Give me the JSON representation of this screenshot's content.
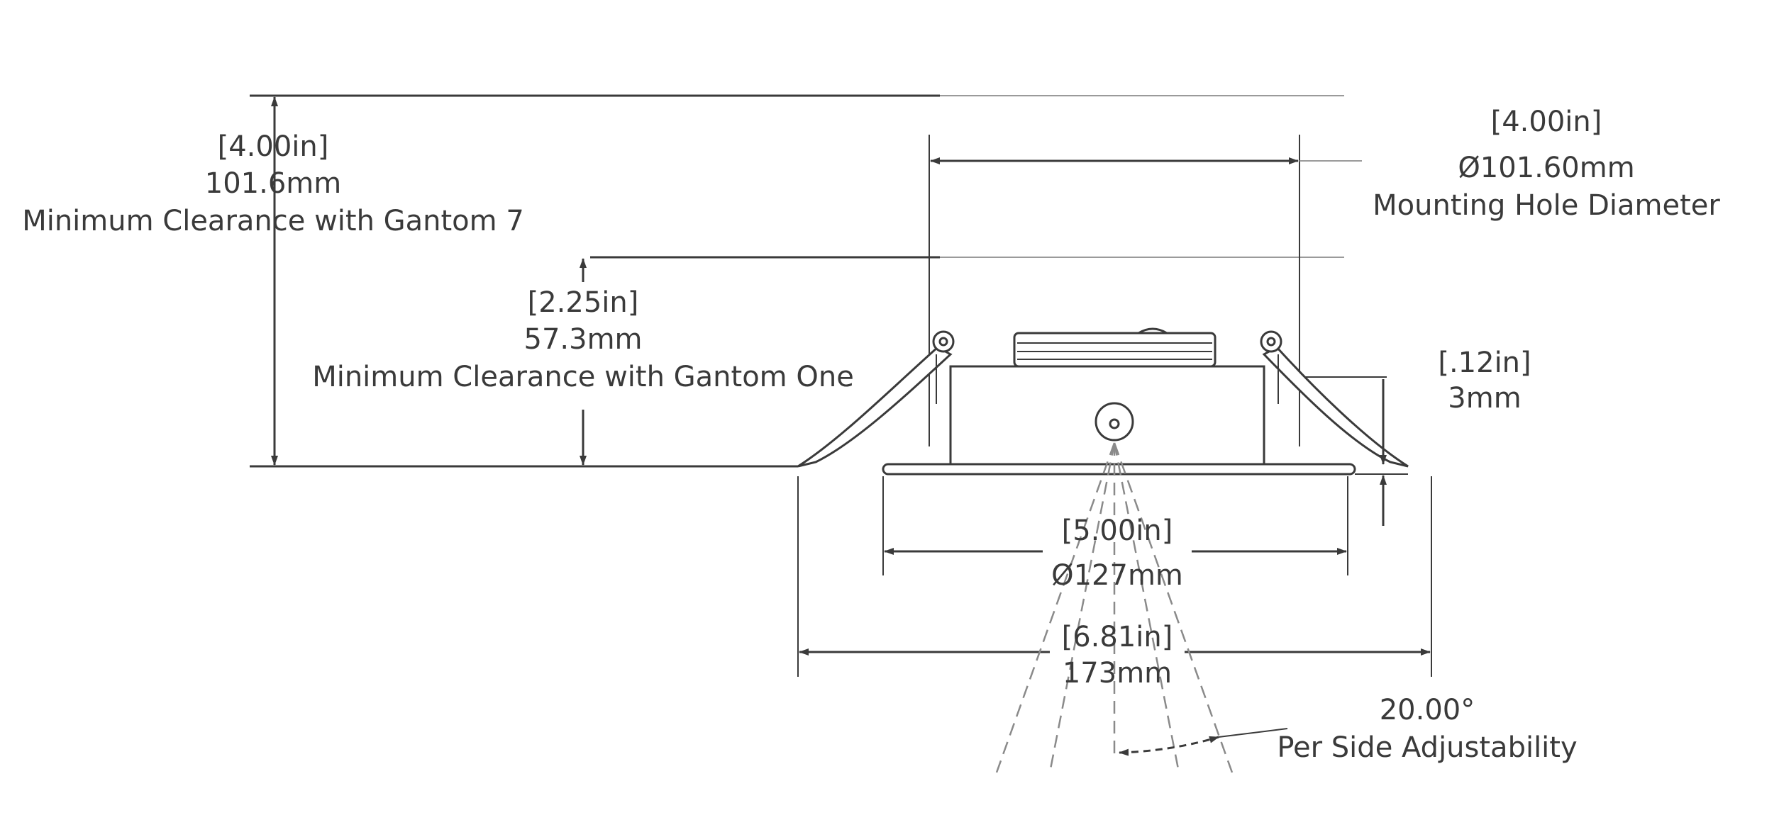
{
  "dimensions": {
    "clearance_gantom7": {
      "inches": "[4.00in]",
      "mm": "101.6mm",
      "caption": "Minimum Clearance with Gantom 7"
    },
    "clearance_gantom_one": {
      "inches": "[2.25in]",
      "mm": "57.3mm",
      "caption": "Minimum Clearance with Gantom One"
    },
    "mounting_hole": {
      "inches": "[4.00in]",
      "mm": "Ø101.60mm",
      "caption": "Mounting Hole Diameter"
    },
    "flange_thickness": {
      "inches": "[.12in]",
      "mm": "3mm"
    },
    "trim_diameter": {
      "inches": "[5.00in]",
      "mm": "Ø127mm"
    },
    "overall_width": {
      "inches": "[6.81in]",
      "mm": "173mm"
    },
    "adjustability": {
      "angle": "20.00°",
      "caption": "Per Side Adjustability"
    }
  },
  "colors": {
    "line": "#3a3a3a",
    "ghost": "#9a9a9a"
  }
}
